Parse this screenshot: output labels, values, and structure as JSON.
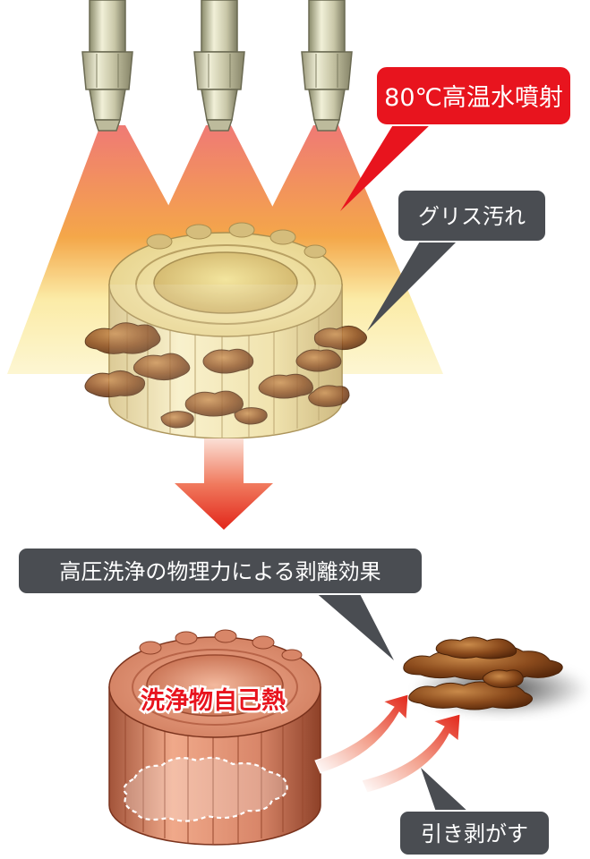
{
  "labels": {
    "hot_water_spray": "80℃高温水噴射",
    "grease_dirt": "グリス汚れ",
    "physical_force": "高圧洗浄の物理力による剥離効果",
    "self_heat": "洗浄物自己熱",
    "peel_off": "引き剥がす"
  },
  "colors": {
    "red_callout": "#e8141e",
    "dark_callout": "#4a4d52",
    "spray_top": "#ee6f6a",
    "spray_mid": "#f5a23a",
    "spray_bottom": "#fbf2b8",
    "ring_cream": "#f2e3a8",
    "ring_copper": "#d98b68",
    "grease_brown": "#7a3e14",
    "arrow_red": "#e8321e"
  },
  "icons": [
    "nozzle-icon",
    "down-arrow-icon",
    "curved-arrow-icon"
  ]
}
